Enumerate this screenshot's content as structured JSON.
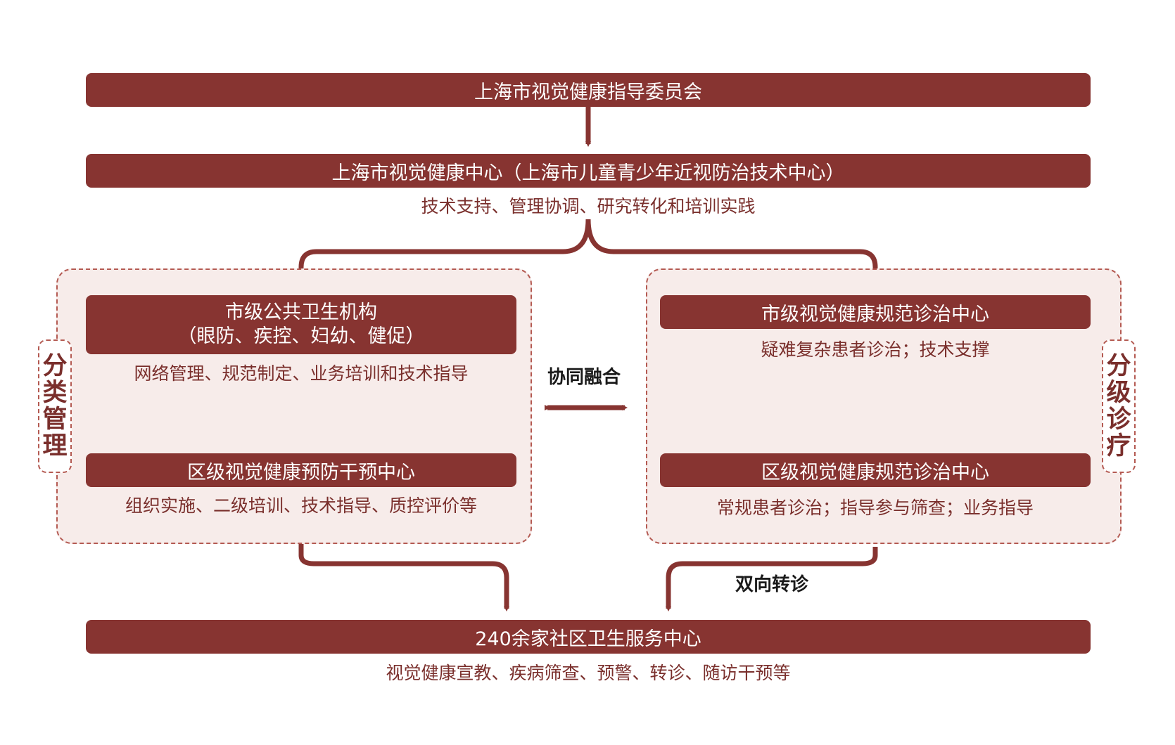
{
  "diagram": {
    "committee": {
      "title": "上海市视觉健康指导委员会"
    },
    "center": {
      "title": "上海市视觉健康中心（上海市儿童青少年近视防治技术中心）",
      "desc": "技术支持、管理协调、研究转化和培训实践"
    },
    "left_group": {
      "label": [
        "分",
        "类",
        "管",
        "理"
      ],
      "city": {
        "title_line1": "市级公共卫生机构",
        "title_line2": "（眼防、疾控、妇幼、健促）",
        "desc": "网络管理、规范制定、业务培训和技术指导"
      },
      "district": {
        "title": "区级视觉健康预防干预中心",
        "desc": "组织实施、二级培训、技术指导、质控评价等"
      }
    },
    "right_group": {
      "label": [
        "分",
        "级",
        "诊",
        "疗"
      ],
      "city": {
        "title": "市级视觉健康规范诊治中心",
        "desc": "疑难复杂患者诊治；技术支撑"
      },
      "district": {
        "title": "区级视觉健康规范诊治中心",
        "desc": "常规患者诊治；指导参与筛查；业务指导"
      }
    },
    "collaboration_label": "协同融合",
    "referral_label": "双向转诊",
    "community": {
      "title": "240余家社区卫生服务中心",
      "desc": "视觉健康宣教、疾病筛查、预警、转诊、随访干预等"
    },
    "colors": {
      "primary": "#873431",
      "panel_bg": "#f7ecea",
      "dash": "#b45a52",
      "text": "#7a2f2c"
    }
  }
}
